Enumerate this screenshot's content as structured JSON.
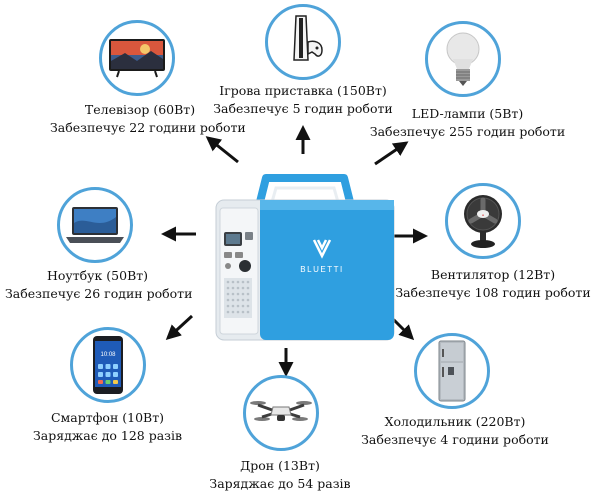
{
  "brand": "BLUETTI",
  "devices": [
    {
      "id": "tv",
      "name": "Телевізор (60Вт)",
      "info": "Забезпечує 22 години роботи",
      "icon": "tv-icon"
    },
    {
      "id": "console",
      "name": "Ігрова приставка (150Вт)",
      "info": "Забезпечує 5 годин роботи",
      "icon": "game-console-icon"
    },
    {
      "id": "lamp",
      "name": "LED-лампи (5Вт)",
      "info": "Забезпечує 255 годин роботи",
      "icon": "light-bulb-icon"
    },
    {
      "id": "laptop",
      "name": "Ноутбук (50Вт)",
      "info": "Забезпечує 26 годин роботи",
      "icon": "laptop-icon"
    },
    {
      "id": "fan",
      "name": "Вентилятор (12Вт)",
      "info": "Забезпечує 108 годин роботи",
      "icon": "fan-icon"
    },
    {
      "id": "phone",
      "name": "Смартфон (10Вт)",
      "info": "Заряджає до 128 разів",
      "icon": "smartphone-icon"
    },
    {
      "id": "fridge",
      "name": "Холодильник (220Вт)",
      "info": "Забезпечує 4 години роботи",
      "icon": "fridge-icon"
    },
    {
      "id": "drone",
      "name": "Дрон (13Вт)",
      "info": "Заряджає до 54 разів",
      "icon": "drone-icon"
    }
  ],
  "colors": {
    "circle_border": "#4fa3d9",
    "station_blue": "#2f9fe0",
    "station_panel": "#e9eef2",
    "arrow": "#111111"
  }
}
